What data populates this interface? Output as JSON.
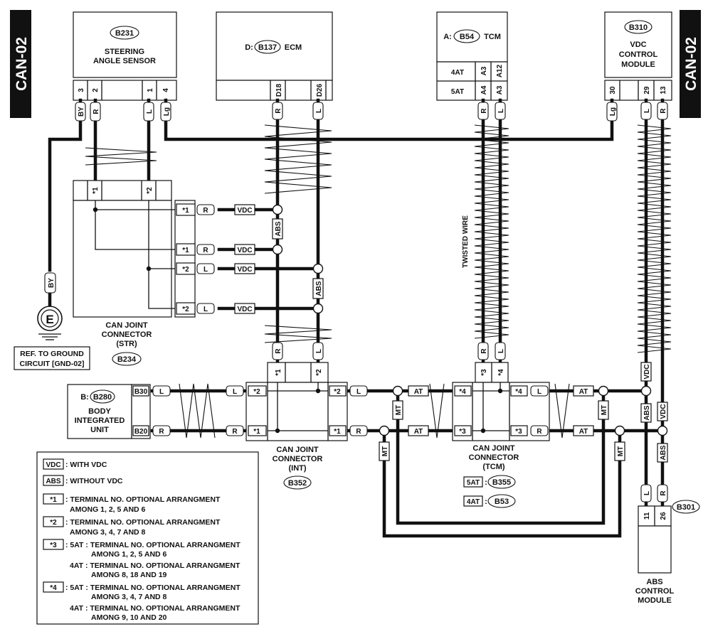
{
  "side_labels": {
    "left": "CAN-02",
    "right": "CAN-02"
  },
  "steering_sensor": {
    "code": "B231",
    "name1": "STEERING",
    "name2": "ANGLE SENSOR",
    "pins": [
      "3",
      "2",
      "1",
      "4"
    ],
    "wires": [
      "BY",
      "R",
      "L",
      "Lg"
    ]
  },
  "ecm": {
    "prefix": "D:",
    "code": "B137",
    "name": "ECM",
    "pins": [
      "D18",
      "D26"
    ],
    "wires": [
      "R",
      "L"
    ]
  },
  "tcm": {
    "prefix": "A:",
    "code": "B54",
    "name": "TCM",
    "row1": {
      "label": "4AT",
      "pins": [
        "A3",
        "A12"
      ]
    },
    "row2": {
      "label": "5AT",
      "pins": [
        "A4",
        "A3"
      ]
    },
    "wires": [
      "R",
      "L"
    ]
  },
  "vdc_module": {
    "code": "B310",
    "name1": "VDC",
    "name2": "CONTROL",
    "name3": "MODULE",
    "pins": [
      "30",
      "29",
      "13"
    ],
    "wires": [
      "Lg",
      "L",
      "R"
    ]
  },
  "ground": {
    "wire": "BY",
    "symbol": "E",
    "ref1": "REF. TO GROUND",
    "ref2": "CIRCUIT [GND-02]"
  },
  "can_str": {
    "top_pins": [
      "*1",
      "*2"
    ],
    "rows": [
      {
        "pin": "*1",
        "wire": "R",
        "tag": "VDC"
      },
      {
        "pin": "*1",
        "wire": "R",
        "tag": "VDC"
      },
      {
        "pin": "*2",
        "wire": "L",
        "tag": "VDC"
      },
      {
        "pin": "*2",
        "wire": "L",
        "tag": "VDC"
      }
    ],
    "name1": "CAN JOINT",
    "name2": "CONNECTOR",
    "name3": "(STR)",
    "code": "B234"
  },
  "twisted_wire_label": "TWISTED WIRE",
  "abs_tags": [
    "ABS",
    "ABS"
  ],
  "body_unit": {
    "prefix": "B:",
    "code": "B280",
    "name1": "BODY",
    "name2": "INTEGRATED",
    "name3": "UNIT",
    "pins": [
      "B30",
      "B20"
    ],
    "wires": [
      "L",
      "R"
    ]
  },
  "can_int": {
    "top_pins": [
      "*1",
      "*2"
    ],
    "top_wires": [
      "R",
      "L"
    ],
    "left_pins": [
      "*2",
      "*1"
    ],
    "left_wires": [
      "L",
      "R"
    ],
    "right_pins": [
      "*2",
      "*1"
    ],
    "right_wires": [
      "L",
      "R"
    ],
    "name1": "CAN JOINT",
    "name2": "CONNECTOR",
    "name3": "(INT)",
    "code": "B352"
  },
  "can_tcm": {
    "top_pins": [
      "*3",
      "*4"
    ],
    "top_wires": [
      "R",
      "L"
    ],
    "left_pins": [
      "*4",
      "*3"
    ],
    "right_pins": [
      "*4",
      "*3"
    ],
    "right_wires": [
      "L",
      "R"
    ],
    "name1": "CAN JOINT",
    "name2": "CONNECTOR",
    "name3": "(TCM)",
    "variants": [
      {
        "label": "5AT",
        "code": "B355"
      },
      {
        "label": "4AT",
        "code": "B53"
      }
    ]
  },
  "bus_tags": {
    "at": "AT",
    "mt": "MT",
    "vdc": "VDC",
    "abs": "ABS"
  },
  "abs_module": {
    "code": "B301",
    "pins": [
      "11",
      "26"
    ],
    "wires": [
      "L",
      "R"
    ],
    "name1": "ABS",
    "name2": "CONTROL",
    "name3": "MODULE"
  },
  "legend": {
    "vdc": {
      "tag": "VDC",
      "text": ": WITH VDC"
    },
    "abs": {
      "tag": "ABS",
      "text": ": WITHOUT VDC"
    },
    "star1": {
      "tag": "*1",
      "l1": ": TERMINAL NO. OPTIONAL ARRANGMENT",
      "l2": "AMONG 1, 2, 5 AND 6"
    },
    "star2": {
      "tag": "*2",
      "l1": ": TERMINAL NO. OPTIONAL ARRANGMENT",
      "l2": "AMONG 3, 4, 7 AND 8"
    },
    "star3": {
      "tag": "*3",
      "a1": ": 5AT : TERMINAL NO. OPTIONAL ARRANGMENT",
      "a2": "AMONG 1, 2, 5 AND 6",
      "b1": "4AT : TERMINAL NO. OPTIONAL ARRANGMENT",
      "b2": "AMONG 8, 18 AND 19"
    },
    "star4": {
      "tag": "*4",
      "a1": ": 5AT : TERMINAL NO. OPTIONAL ARRANGMENT",
      "a2": "AMONG 3, 4, 7 AND 8",
      "b1": "4AT : TERMINAL NO. OPTIONAL ARRANGMENT",
      "b2": "AMONG 9, 10 AND 20"
    }
  }
}
